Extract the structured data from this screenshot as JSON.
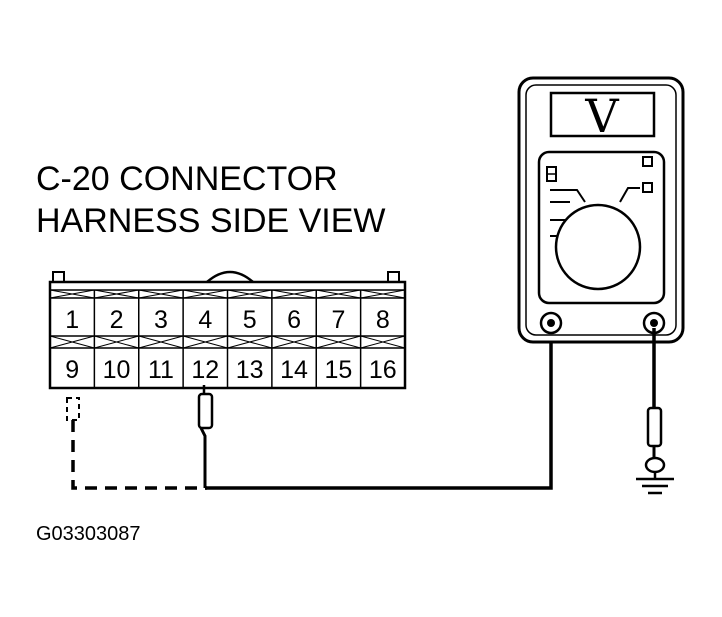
{
  "title": {
    "line1": "C-20 CONNECTOR",
    "line2": "HARNESS SIDE VIEW"
  },
  "connector": {
    "top_row": [
      "1",
      "2",
      "3",
      "4",
      "5",
      "6",
      "7",
      "8"
    ],
    "bottom_row": [
      "9",
      "10",
      "11",
      "12",
      "13",
      "14",
      "15",
      "16"
    ]
  },
  "meter": {
    "display": "V"
  },
  "figure_code": "G03303087",
  "icons": {
    "meter": "voltmeter-icon",
    "ground": "ground-symbol-icon",
    "probe": "test-probe-icon"
  }
}
